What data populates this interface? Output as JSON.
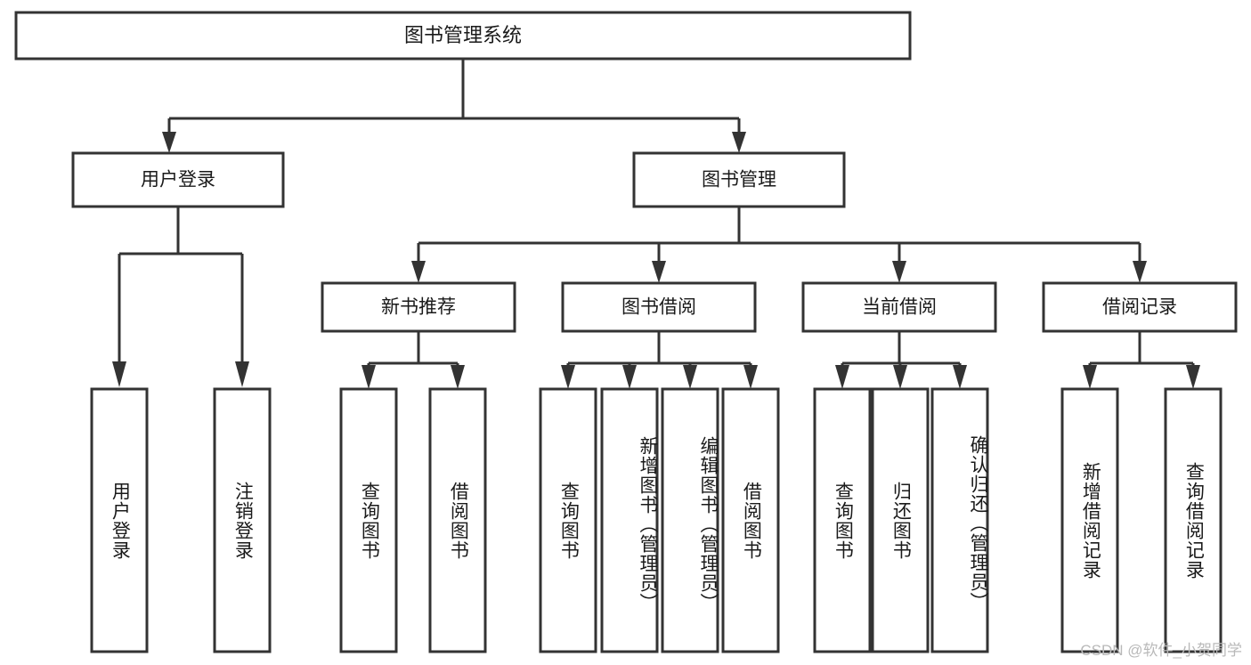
{
  "diagram": {
    "type": "tree-hierarchy",
    "title": "图书管理系统",
    "root": {
      "id": "root",
      "label": "图书管理系统"
    },
    "level2": [
      {
        "id": "user-login",
        "label": "用户登录"
      },
      {
        "id": "book-manage",
        "label": "图书管理"
      }
    ],
    "level3": [
      {
        "id": "new-book-rec",
        "label": "新书推荐",
        "parent": "book-manage"
      },
      {
        "id": "book-borrow",
        "label": "图书借阅",
        "parent": "book-manage"
      },
      {
        "id": "current-borrow",
        "label": "当前借阅",
        "parent": "book-manage"
      },
      {
        "id": "borrow-record",
        "label": "借阅记录",
        "parent": "book-manage"
      }
    ],
    "leaves": [
      {
        "id": "leaf-user-login",
        "label": "用户登录",
        "parent": "user-login"
      },
      {
        "id": "leaf-logout",
        "label": "注销登录",
        "parent": "user-login"
      },
      {
        "id": "leaf-query-book-1",
        "label": "查询图书",
        "parent": "new-book-rec"
      },
      {
        "id": "leaf-borrow-book-1",
        "label": "借阅图书",
        "parent": "new-book-rec"
      },
      {
        "id": "leaf-query-book-2",
        "label": "查询图书",
        "parent": "book-borrow"
      },
      {
        "id": "leaf-add-book",
        "label": "新增图书（管理员）",
        "parent": "book-borrow"
      },
      {
        "id": "leaf-edit-book",
        "label": "编辑图书（管理员）",
        "parent": "book-borrow"
      },
      {
        "id": "leaf-borrow-book-2",
        "label": "借阅图书",
        "parent": "book-borrow"
      },
      {
        "id": "leaf-query-book-3",
        "label": "查询图书",
        "parent": "current-borrow"
      },
      {
        "id": "leaf-return-book",
        "label": "归还图书",
        "parent": "current-borrow"
      },
      {
        "id": "leaf-confirm-return",
        "label": "确认归还（管理员）",
        "parent": "current-borrow"
      },
      {
        "id": "leaf-add-record",
        "label": "新增借阅记录",
        "parent": "borrow-record"
      },
      {
        "id": "leaf-query-record",
        "label": "查询借阅记录",
        "parent": "borrow-record"
      }
    ],
    "colors": {
      "stroke": "#333333",
      "fill": "#ffffff",
      "text": "#1a1a1a",
      "watermark": "#b9b9b9",
      "background": "#ffffff"
    }
  },
  "watermark": {
    "text": "CSDN @软件_小贺同学"
  }
}
